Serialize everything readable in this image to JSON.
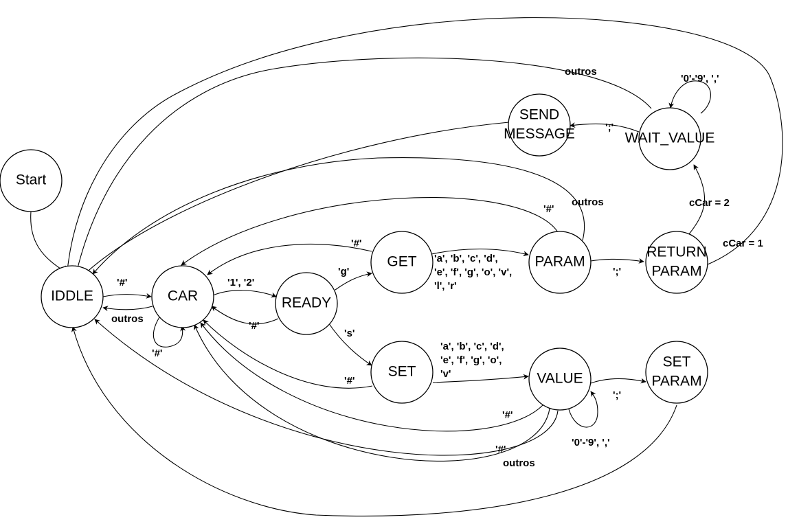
{
  "states": {
    "start": "Start",
    "iddle": "IDDLE",
    "car": "CAR",
    "ready": "READY",
    "get": "GET",
    "param": "PARAM",
    "return_param": [
      "RETURN",
      "PARAM"
    ],
    "send_message": [
      "SEND",
      "MESSAGE"
    ],
    "wait_value": "WAIT_VALUE",
    "set": "SET",
    "value": "VALUE",
    "set_param": [
      "SET",
      "PARAM"
    ]
  },
  "labels": {
    "hash": "'#'",
    "outros": "outros",
    "one_two": "'1', '2'",
    "g": "'g'",
    "s": "'s'",
    "semicolon": "';'",
    "digits_comma": "'0'-'9', ','",
    "ccar_2": "cCar = 2",
    "ccar_1": "cCar = 1",
    "get_params": [
      "'a', 'b', 'c', 'd',",
      "'e', 'f', 'g', 'o', 'v',",
      "'l', 'r'"
    ],
    "set_params": [
      "'a', 'b', 'c', 'd',",
      "'e', 'f', 'g', 'o',",
      "'v'"
    ]
  },
  "colors": {
    "stroke": "#000000",
    "background": "#ffffff"
  }
}
